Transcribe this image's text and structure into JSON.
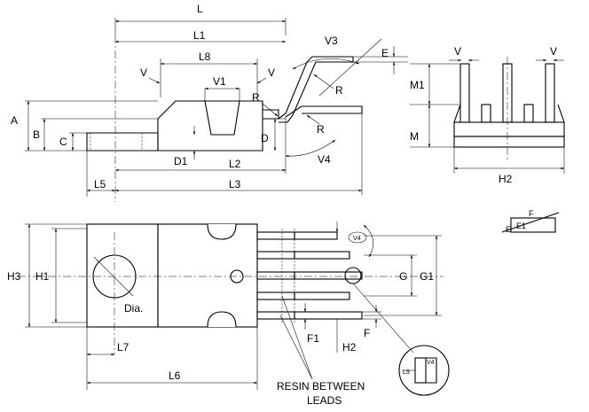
{
  "labels": {
    "L": "L",
    "L1": "L1",
    "L2": "L2",
    "L3": "L3",
    "L5": "L5",
    "L6": "L6",
    "L7": "L7",
    "L8": "L8",
    "V_top_left": "V",
    "V_top_right": "V",
    "V1": "V1",
    "V3": "V3",
    "V4_side": "V4",
    "V4_top": "V4",
    "V4_detail": "V4",
    "R1": "R",
    "R2": "R",
    "R3": "R",
    "A": "A",
    "B": "B",
    "C": "C",
    "D": "D",
    "D1": "D1",
    "E": "E",
    "M": "M",
    "M1": "M1",
    "H2_end": "H2",
    "V_end_left": "V",
    "V_end_right": "V",
    "H1": "H1",
    "H2_top": "H2",
    "H3": "H3",
    "G": "G",
    "G1": "G1",
    "F": "F",
    "F1": "F1",
    "Dia": "Dia.",
    "L9": "L9",
    "resin_line1": "RESIN BETWEEN",
    "resin_line2": "LEADS",
    "legend_E": "E",
    "legend_E1": "E1",
    "legend_F": "F"
  }
}
